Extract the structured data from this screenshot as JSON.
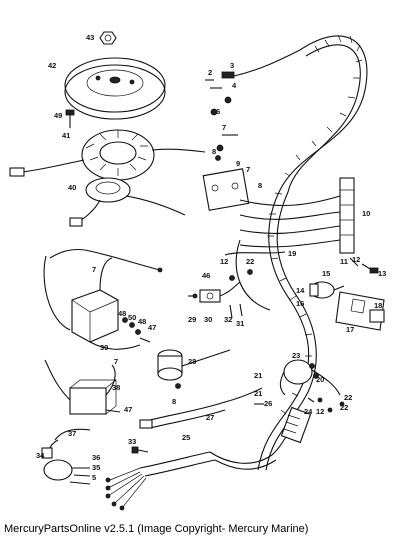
{
  "caption": "MercuryPartsOnline v2.5.1 (Image Copyright- Mercury Marine)",
  "callouts": [
    "43",
    "42",
    "49",
    "41",
    "40",
    "2",
    "3",
    "4",
    "6",
    "7",
    "8",
    "9",
    "7",
    "8",
    "10",
    "11",
    "12",
    "13",
    "14",
    "15",
    "16",
    "17",
    "18",
    "19",
    "22",
    "12",
    "46",
    "29",
    "30",
    "32",
    "31",
    "7",
    "48",
    "50",
    "48",
    "47",
    "39",
    "7",
    "38",
    "47",
    "37",
    "34",
    "36",
    "35",
    "5",
    "28",
    "8",
    "21",
    "23",
    "20",
    "22",
    "21",
    "26",
    "24",
    "12",
    "22",
    "27",
    "33",
    "25"
  ]
}
